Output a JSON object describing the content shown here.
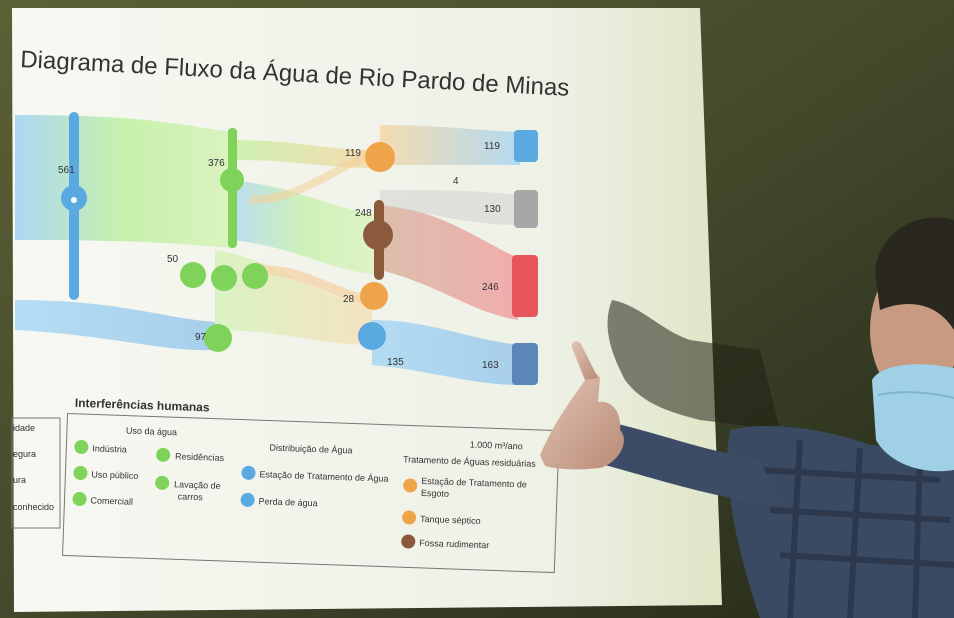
{
  "slide": {
    "title": "Diagrama de Fluxo da Água de Rio Pardo de Minas"
  },
  "sankey": {
    "source_value": "561",
    "node_376": "376",
    "node_50": "50",
    "node_97": "97",
    "node_119": "119",
    "node_248": "248",
    "node_28": "28",
    "node_135": "135",
    "node_4": "4",
    "out_119": "119",
    "out_130": "130",
    "out_246": "246",
    "out_163": "163"
  },
  "legend": {
    "heading": "Interferências humanas",
    "unit": "1.000 m³/ano",
    "left_partial": [
      "idade",
      "egura",
      "ura",
      "conhecido"
    ],
    "uso_title": "Uso da água",
    "uso_items": [
      "Indústria",
      "Uso público",
      "Comerciall"
    ],
    "uso_items2": [
      "Residências",
      "Lavação de",
      "carros"
    ],
    "dist_title": "Distribuição de Água",
    "dist_items": [
      "Estação de Tratamento de Água",
      "Perda de água"
    ],
    "trat_title": "Tratamento de Águas residuárias",
    "trat_items": [
      "Estação de Tratamento de",
      "Esgoto",
      "Tanque séptico",
      "Fossa rudimentar"
    ]
  },
  "colors": {
    "water_blue": "#5aa9e0",
    "green": "#7fd35a",
    "orange": "#f0a44a",
    "brown": "#8b5a3c",
    "red": "#e8555a",
    "grey": "#a7a7a7",
    "screen": "#f3f4ee"
  }
}
